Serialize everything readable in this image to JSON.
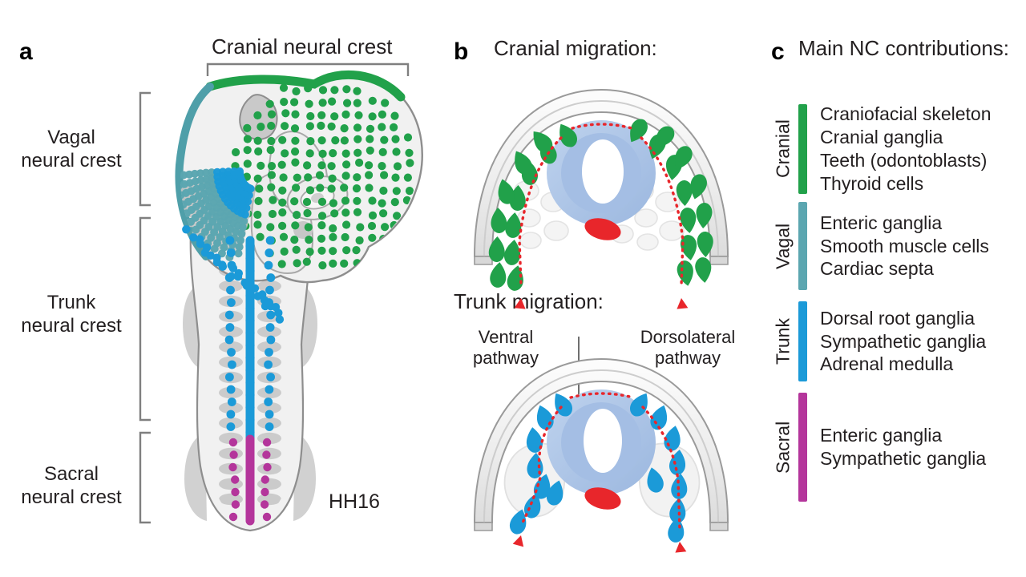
{
  "figure": {
    "background": "#ffffff",
    "palette": {
      "cranial_green": "#21a14a",
      "vagal_teal": "#5ba6b0",
      "trunk_blue": "#1b9ad8",
      "sacral_magenta": "#b4359b",
      "neural_tube_blue": "#a9c4e6",
      "neural_tube_blue_dark": "#8fabd6",
      "notochord_red": "#e8262b",
      "arrow_red": "#e8262b",
      "ectoderm_grey": "#f2f2f2",
      "outline_grey": "#8b8b8b",
      "somite_grey": "#c9c9c9",
      "text": "#231f20"
    }
  },
  "panel_a": {
    "letter": "a",
    "top_bracket_label": "Cranial neural crest",
    "stage_label": "HH16",
    "brackets": [
      {
        "id": "vagal",
        "line1": "Vagal",
        "line2": "neural crest"
      },
      {
        "id": "trunk",
        "line1": "Trunk",
        "line2": "neural crest"
      },
      {
        "id": "sacral",
        "line1": "Sacral",
        "line2": "neural crest"
      }
    ]
  },
  "panel_b": {
    "letter": "b",
    "cranial_title": "Cranial migration:",
    "trunk_title": "Trunk migration:",
    "pathways": [
      {
        "id": "ventral",
        "line1": "Ventral",
        "line2": "pathway"
      },
      {
        "id": "dorsolateral",
        "line1": "Dorsolateral",
        "line2": "pathway"
      }
    ]
  },
  "panel_c": {
    "letter": "c",
    "title": "Main NC contributions:",
    "groups": [
      {
        "name": "Cranial",
        "color": "#21a14a",
        "items": [
          "Craniofacial skeleton",
          "Cranial ganglia",
          "Teeth (odontoblasts)",
          "Thyroid cells"
        ]
      },
      {
        "name": "Vagal",
        "color": "#5ba6b0",
        "items": [
          "Enteric ganglia",
          "Smooth muscle cells",
          "Cardiac septa"
        ]
      },
      {
        "name": "Trunk",
        "color": "#1b9ad8",
        "items": [
          "Dorsal root ganglia",
          "Sympathetic ganglia",
          "Adrenal medulla"
        ]
      },
      {
        "name": "Sacral",
        "color": "#b4359b",
        "items": [
          "Enteric ganglia",
          "Sympathetic ganglia"
        ]
      }
    ]
  }
}
